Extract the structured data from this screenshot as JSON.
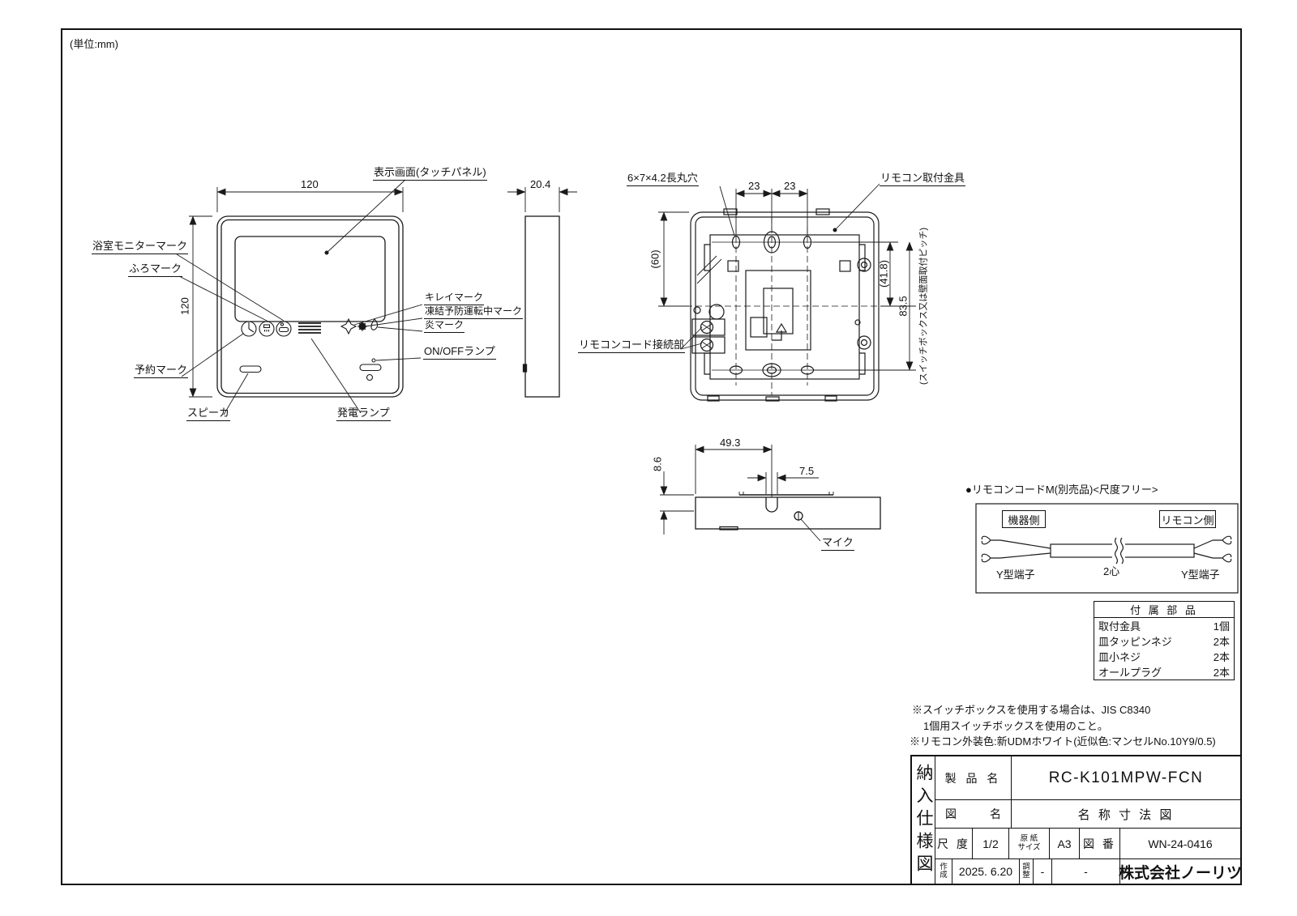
{
  "units_note": "(単位:mm)",
  "front_view": {
    "dim_width": "120",
    "dim_height": "120",
    "labels": {
      "screen": "表示画面(タッチパネル)",
      "bath_monitor": "浴室モニターマーク",
      "bath": "ふろマーク",
      "reservation": "予約マーク",
      "speaker": "スピーカ",
      "generation_lamp": "発電ランプ",
      "kirei": "キレイマーク",
      "frost_prevention": "凍結予防運転中マーク",
      "flame": "炎マーク",
      "on_off_lamp": "ON/OFFランプ"
    }
  },
  "side_view": {
    "dim_depth": "20.4"
  },
  "rear_view": {
    "labels": {
      "oblong_hole": "6×7×4.2長丸穴",
      "mounting_bracket": "リモコン取付金具",
      "cord_connection": "リモコンコード接続部"
    },
    "dims": {
      "pitch_left": "23",
      "pitch_right": "23",
      "half_height": "(60)",
      "half_pitch": "(41.8)",
      "mount_pitch": "83.5",
      "pitch_note": "(スイッチボックス又は壁面取付ピッチ)"
    }
  },
  "bottom_view": {
    "dims": {
      "width_to_tab": "49.3",
      "depth": "8.6",
      "tab_width": "7.5"
    },
    "label_mic": "マイク"
  },
  "cord_diagram": {
    "title": "●リモコンコードM(別売品)<尺度フリー>",
    "equipment_side": "機器側",
    "remote_side": "リモコン側",
    "terminal_left": "Y型端子",
    "core": "2心",
    "terminal_right": "Y型端子"
  },
  "accessories_table": {
    "header": "付 属 部 品",
    "rows": [
      {
        "name": "取付金具",
        "qty": "1個"
      },
      {
        "name": "皿タッピンネジ",
        "qty": "2本"
      },
      {
        "name": "皿小ネジ",
        "qty": "2本"
      },
      {
        "name": "オールプラグ",
        "qty": "2本"
      }
    ]
  },
  "notes": {
    "line1": "※スイッチボックスを使用する場合は、JIS C8340",
    "line2": "1個用スイッチボックスを使用のこと。",
    "line3": "※リモコン外装色:新UDMホワイト(近似色:マンセルNo.10Y9/0.5)"
  },
  "title_block": {
    "doc_type": "納入仕様図",
    "product_label": "製 品 名",
    "product_name": "RC-K101MPW-FCN",
    "drawing_label_left": "図",
    "drawing_label_right": "名",
    "drawing_name": "名 称 寸 法 図",
    "scale_label": "尺 度",
    "scale_value": "1/2",
    "paper_label": "原 紙\nサイズ",
    "paper_value": "A3",
    "dwg_no_label": "図 番",
    "dwg_no_value": "WN-24-0416",
    "created_label": "作\n成",
    "created_value": "2025. 6.20",
    "adjust_label": "調\n整",
    "adjust_value": "-",
    "extra_value": "-",
    "company": "株式会社ノーリツ"
  }
}
